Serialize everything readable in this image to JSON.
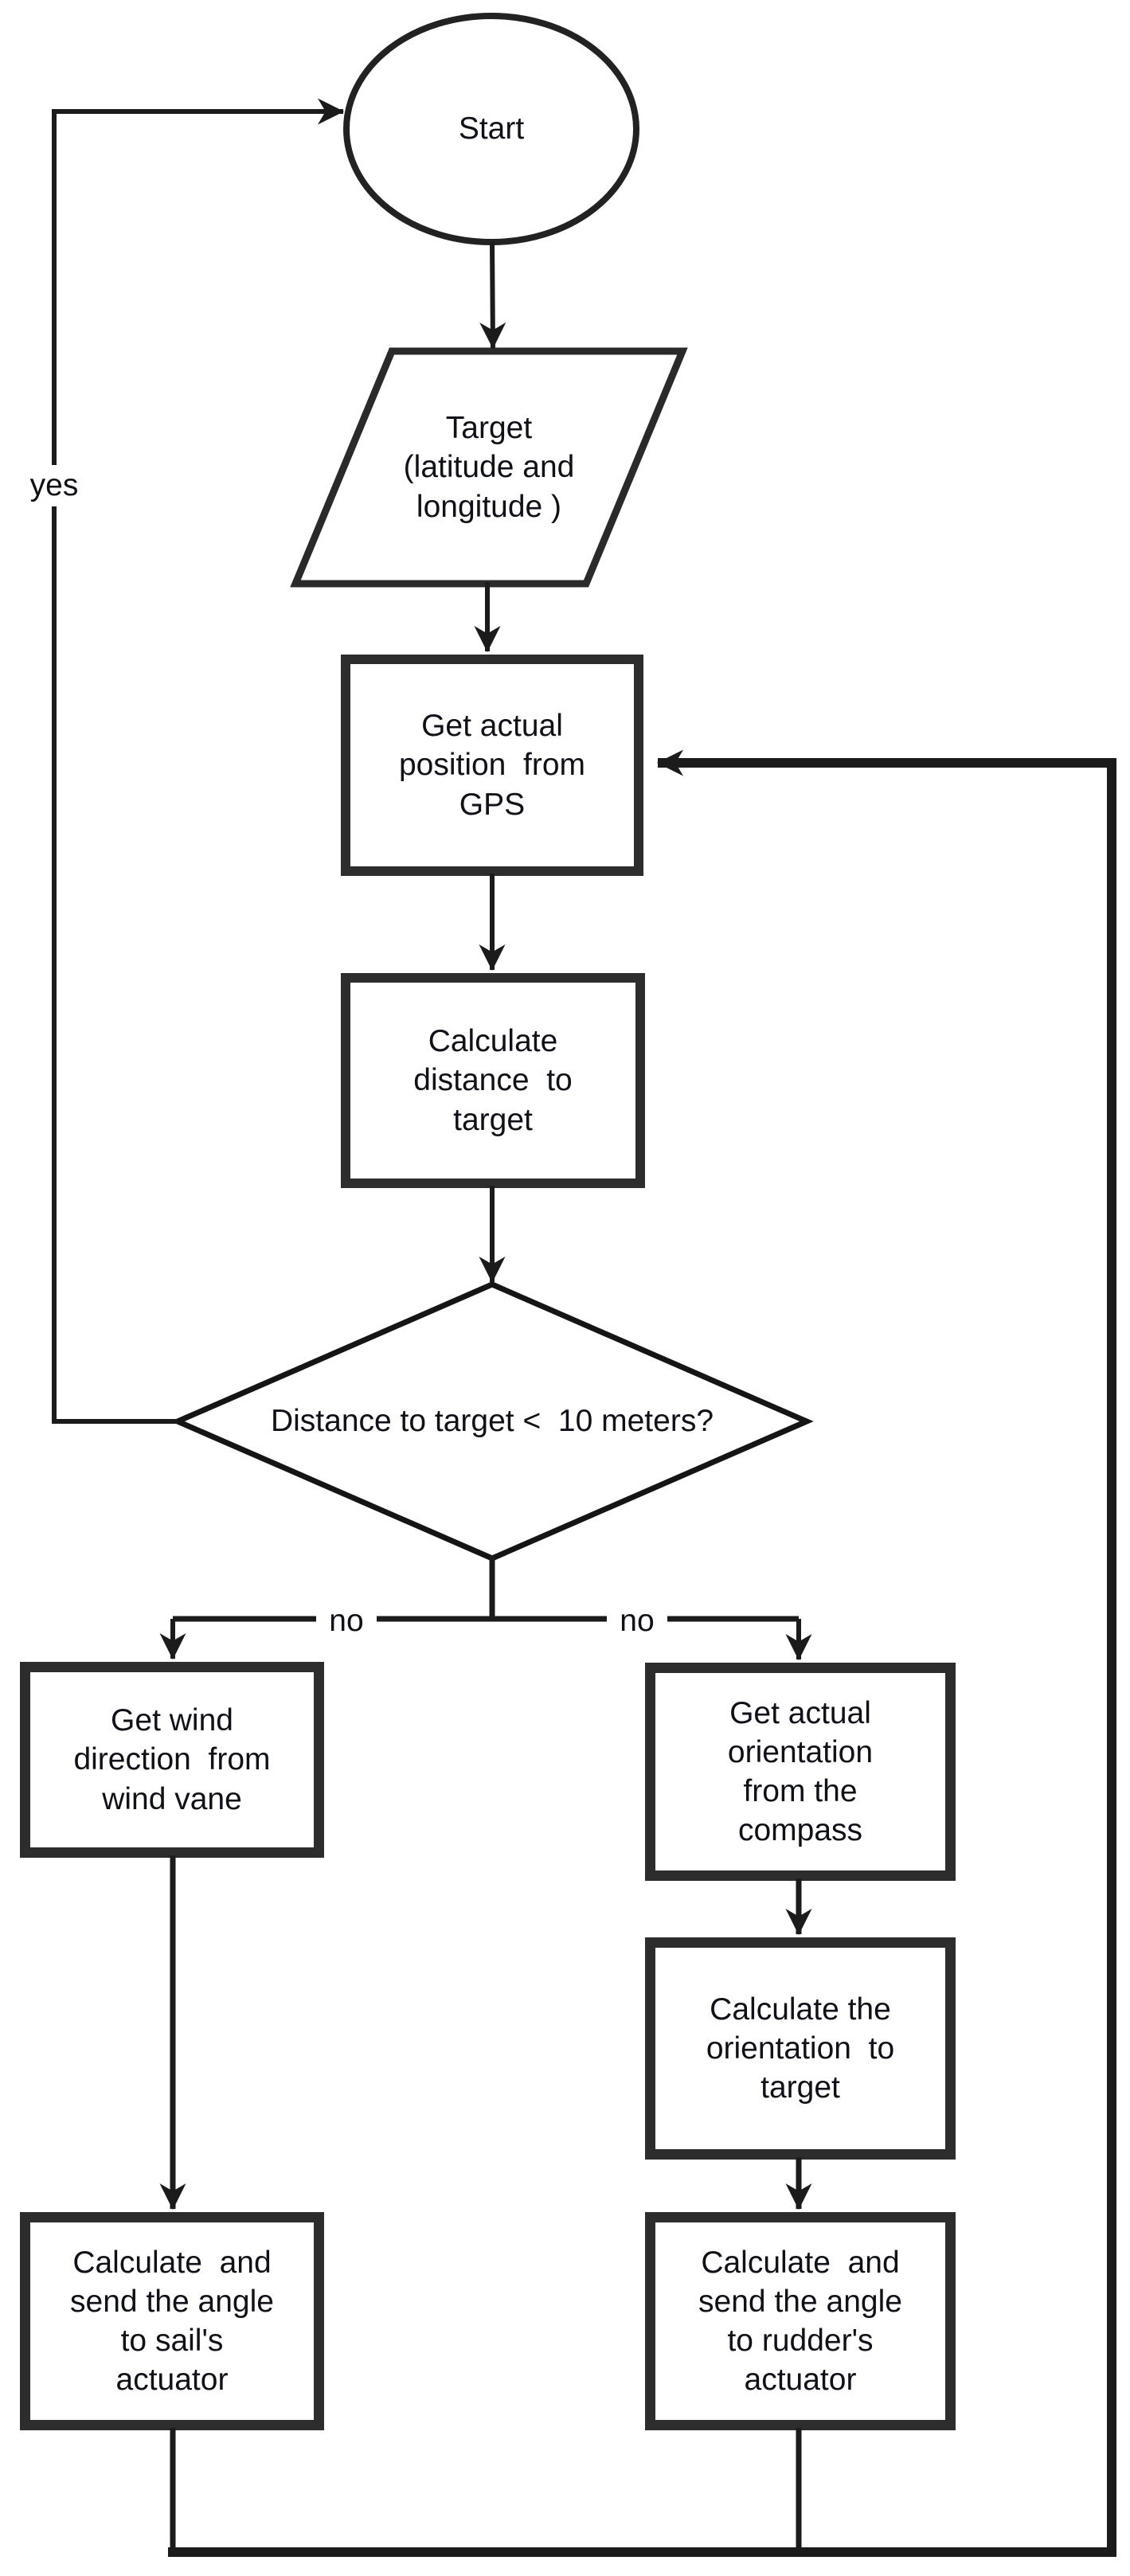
{
  "diagram": {
    "background_color": "#ffffff",
    "line_color": "#1b1b1b",
    "box_border_color": "#2d2d2d",
    "text_color": "#101018",
    "nodes": {
      "start": {
        "shape": "ellipse",
        "label": "Start"
      },
      "target": {
        "shape": "parallelogram-io",
        "label": "Target\n(latitude and\nlongitude )"
      },
      "get_position": {
        "shape": "process",
        "label": "Get actual\nposition  from\nGPS"
      },
      "calc_distance": {
        "shape": "process",
        "label": "Calculate\ndistance  to\ntarget"
      },
      "decision": {
        "shape": "decision-diamond",
        "label": "Distance to target <  10 meters?"
      },
      "get_wind": {
        "shape": "process",
        "label": "Get wind\ndirection  from\nwind vane"
      },
      "sail_actuator": {
        "shape": "process",
        "label": "Calculate  and\nsend the angle\nto sail's\nactuator"
      },
      "get_orientation": {
        "shape": "process",
        "label": "Get actual\norientation\nfrom the\ncompass"
      },
      "calc_orientation": {
        "shape": "process",
        "label": "Calculate the\norientation  to\ntarget"
      },
      "rudder_actuator": {
        "shape": "process",
        "label": "Calculate  and\nsend the angle\nto rudder's\nactuator"
      }
    },
    "edge_labels": {
      "yes": "yes",
      "no_left": "no",
      "no_right": "no"
    }
  }
}
